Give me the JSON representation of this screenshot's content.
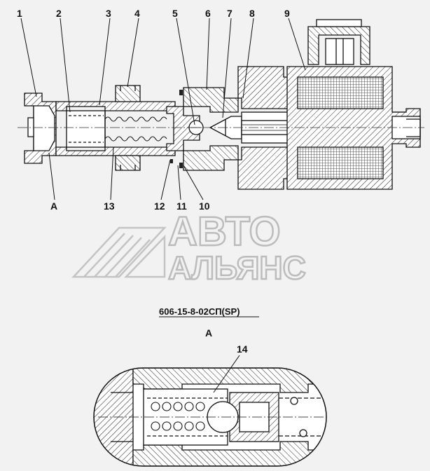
{
  "callouts_top": [
    "1",
    "2",
    "3",
    "4",
    "5",
    "6",
    "7",
    "8",
    "9"
  ],
  "callouts_bottom": [
    "A",
    "13",
    "12",
    "11",
    "10"
  ],
  "designation": "606-15-8-02СП(SP)",
  "view_label": "A",
  "detail_callout": "14",
  "watermark": {
    "line1": "АВТО",
    "line2": "АЛЬЯНС"
  }
}
